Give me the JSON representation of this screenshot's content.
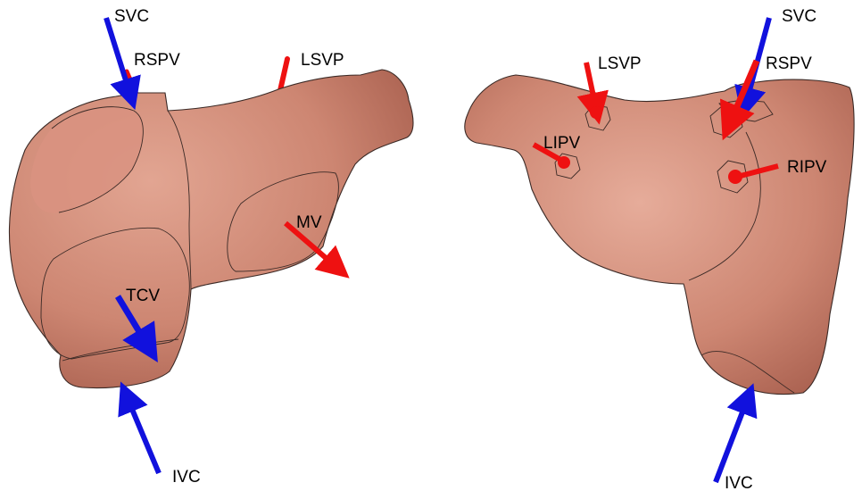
{
  "colors": {
    "tissue": "#cd8672",
    "tissue_light": "#e2a592",
    "tissue_dark": "#a9604f",
    "red_arrow": "#ee1111",
    "blue_arrow": "#1111dd"
  },
  "left_view": {
    "labels": {
      "svc": "SVC",
      "rspv": "RSPV",
      "lsvp": "LSVP",
      "mv": "MV",
      "tcv": "TCV",
      "ivc": "IVC"
    }
  },
  "right_view": {
    "labels": {
      "lsvp": "LSVP",
      "svc": "SVC",
      "rspv": "RSPV",
      "lipv": "LIPV",
      "ripv": "RIPV",
      "ivc": "IVC"
    }
  }
}
